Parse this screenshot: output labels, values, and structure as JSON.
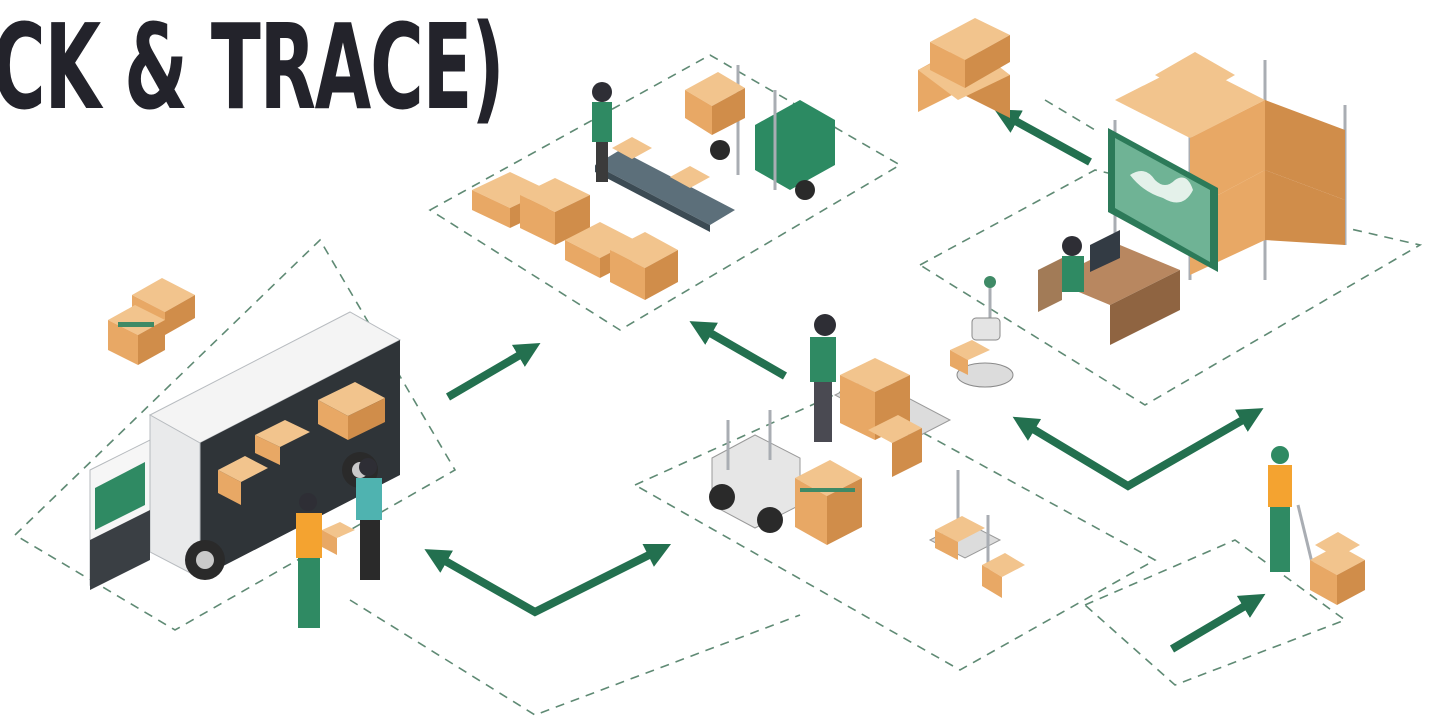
{
  "title": "CK & TRACE)",
  "colors": {
    "accent": "#23704f",
    "title": "#23232b",
    "box": "#e8a865",
    "zone_line": "#5f8a74"
  },
  "zones": [
    "truck-loading",
    "pallet-staging",
    "goods-handling",
    "warehouse-office",
    "order-picking"
  ],
  "arrows": [
    "to-staging",
    "loading-exchange",
    "staging-return",
    "warehouse-exchange",
    "picking-inbound",
    "to-outbound-pallet"
  ]
}
